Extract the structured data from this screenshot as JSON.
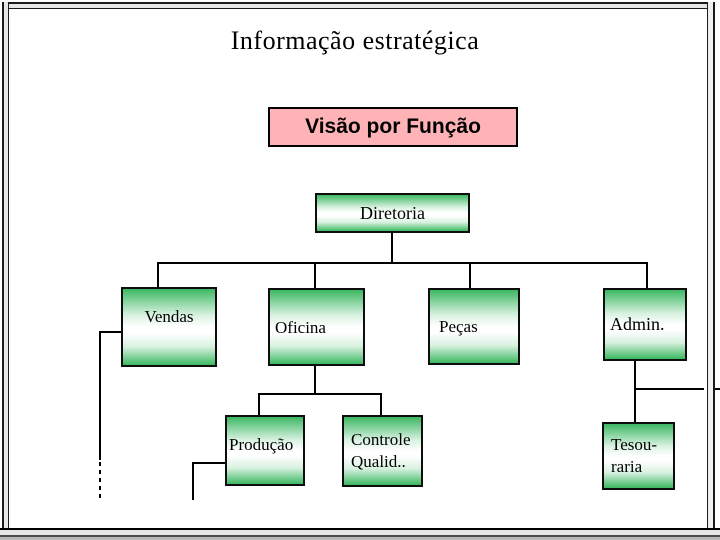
{
  "slide": {
    "title": "Informação estratégica",
    "banner": "Visão por Função"
  },
  "chart": {
    "root": {
      "label": "Diretoria"
    },
    "level1": {
      "vendas": "Vendas",
      "oficina": "Oficina",
      "pecas": "Peças",
      "admin": "Admin."
    },
    "level2": {
      "producao": "Produção",
      "controle": {
        "line1": "Controle",
        "line2": "Qualid.."
      },
      "tesouraria": {
        "line1": "Tesou-",
        "line2": "raria"
      }
    }
  },
  "colors": {
    "banner_fill": "#ffb3b6",
    "node_green": "#3cb862",
    "line": "#000000",
    "frame_gray": "#e6e6e6"
  }
}
